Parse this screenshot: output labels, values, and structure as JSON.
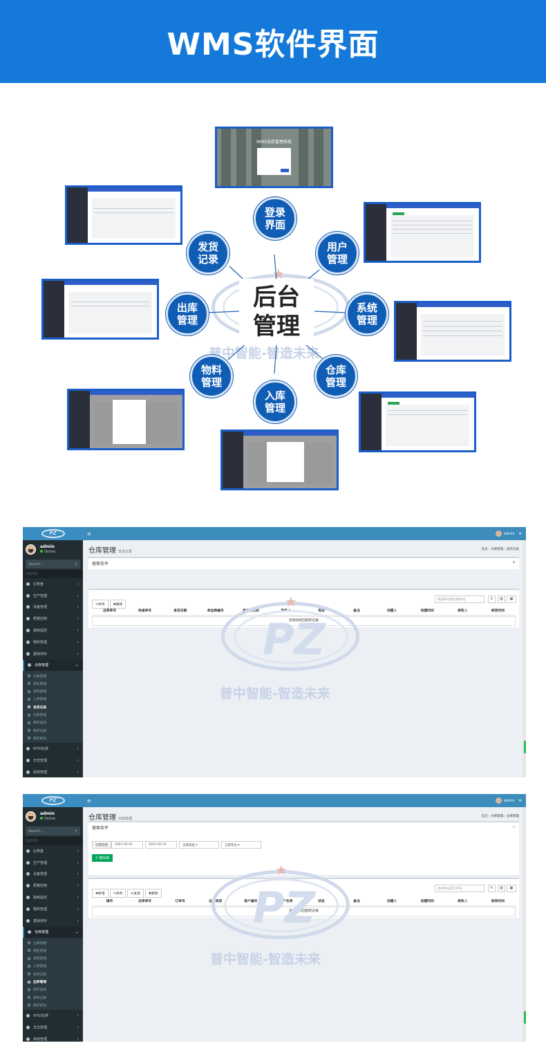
{
  "banner": {
    "title": "WMS软件界面"
  },
  "watermark": {
    "logo": "PZ",
    "slogan": "普中智能-智造未来"
  },
  "hub": {
    "line1": "后台",
    "line2": "管理"
  },
  "nodes": [
    {
      "id": "login",
      "line1": "登录",
      "line2": "界面"
    },
    {
      "id": "user",
      "line1": "用户",
      "line2": "管理"
    },
    {
      "id": "system",
      "line1": "系统",
      "line2": "管理"
    },
    {
      "id": "warehouse",
      "line1": "仓库",
      "line2": "管理"
    },
    {
      "id": "inbound",
      "line1": "入库",
      "line2": "管理"
    },
    {
      "id": "material",
      "line1": "物料",
      "line2": "管理"
    },
    {
      "id": "outbound",
      "line1": "出库",
      "line2": "管理"
    },
    {
      "id": "shipping",
      "line1": "发货",
      "line2": "记录"
    }
  ],
  "login_thumb": {
    "title": "WMS仓库管理系统"
  },
  "colors": {
    "banner": "#1479d9",
    "node": "#0f5db5",
    "topbar": "#3c8dbc",
    "sidebar": "#222d32",
    "green": "#00a65a"
  },
  "app1": {
    "topbar": {
      "menu_icon": "≡",
      "user": "admin"
    },
    "sidebar": {
      "user": "admin",
      "status": "Online",
      "search_placeholder": "Search...",
      "nav_header": "功能导航",
      "items": [
        "仪表盘",
        "生产管理",
        "设备管理",
        "质量控制",
        "能耗监控",
        "物料管理",
        "基础资料",
        "仓库管理"
      ],
      "subitems": [
        "仓库管理",
        "库区管理",
        "货架管理",
        "入库管理",
        "发货记录",
        "出库管理",
        "库存查询",
        "库存记录",
        "库存移动"
      ],
      "active_sub": "发货记录",
      "items_after": [
        "RFID追溯",
        "日志管理",
        "系统管理"
      ]
    },
    "page": {
      "title": "仓库管理",
      "subtitle": "发货记录",
      "crumb": "首页 › 仓库管理 › 发货记录"
    },
    "search_box": {
      "title": "搜索条件",
      "toggle": "+"
    },
    "toolbar": {
      "buttons": [
        "修改",
        "删除"
      ],
      "search_placeholder": "快递单号或出库单号"
    },
    "table": {
      "columns": [
        "出库单号",
        "快递单号",
        "发货日期",
        "承运商编号",
        "承运商名称",
        "联系人",
        "电话",
        "备注",
        "创建人",
        "创建时间",
        "修改人",
        "修改时间"
      ],
      "empty": "没有找到匹配的记录"
    }
  },
  "app2": {
    "topbar": {
      "menu_icon": "≡",
      "user": "admin"
    },
    "sidebar": {
      "user": "admin",
      "status": "Online",
      "search_placeholder": "Search...",
      "nav_header": "功能导航",
      "items": [
        "仪表盘",
        "生产管理",
        "设备管理",
        "质量控制",
        "能耗监控",
        "物料管理",
        "基础资料",
        "仓库管理"
      ],
      "subitems": [
        "仓库管理",
        "库区管理",
        "货架管理",
        "入库管理",
        "发货记录",
        "出库管理",
        "库存查询",
        "库存记录",
        "库存移动"
      ],
      "active_sub": "出库管理",
      "items_after": [
        "RFID追溯",
        "日志管理",
        "系统管理"
      ]
    },
    "page": {
      "title": "仓库管理",
      "subtitle": "出库管理",
      "crumb": "首页 › 仓库管理 › 出库管理"
    },
    "search_box": {
      "title": "搜索条件",
      "toggle": "−",
      "date_label": "日期范围",
      "date_from": "2021-05-01",
      "date_to": "2021-05-31",
      "type_select": "全部类型",
      "status_select": "全部状态",
      "search_button": "搜出库"
    },
    "toolbar": {
      "buttons": [
        "新增",
        "修改",
        "发货",
        "删除"
      ],
      "search_placeholder": "出库单号或订单号"
    },
    "table": {
      "columns": [
        "操作",
        "出库单号",
        "订单号",
        "出库类型",
        "客户编号",
        "客户名称",
        "状态",
        "备注",
        "创建人",
        "创建时间",
        "修改人",
        "修改时间"
      ],
      "empty": "没有找到匹配的记录"
    }
  }
}
